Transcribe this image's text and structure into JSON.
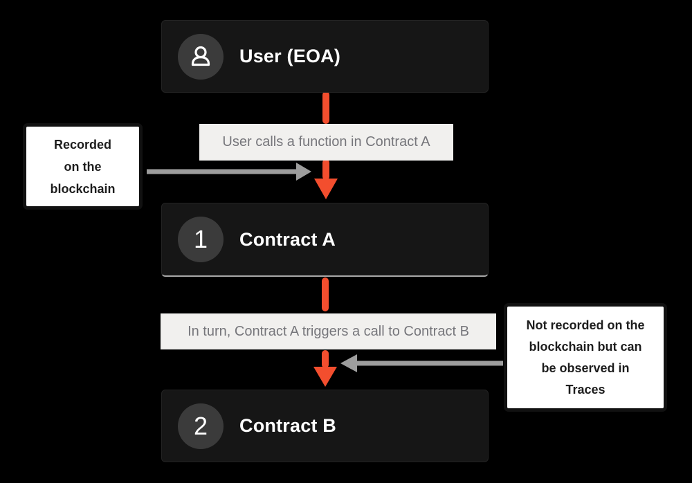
{
  "diagram": {
    "description_colors": {
      "background": "#000000",
      "node_bg": "#161616",
      "node_badge_bg": "#3b3b3b",
      "node_text": "#ffffff",
      "flow_label_bg": "#f1f0ee",
      "flow_label_text": "#76767b",
      "orange_arrow": "#f34e2e",
      "gray_arrow": "#9d9d9d",
      "note_bg": "#ffffff",
      "note_border": "#111111",
      "note_text": "#1d1d1d",
      "contract_a_bottom_edge": "#a9a9a9"
    },
    "nodes": {
      "user": {
        "title": "User (EOA)",
        "badge_icon": "user-icon"
      },
      "contract_a": {
        "title": "Contract A",
        "badge": "1"
      },
      "contract_b": {
        "title": "Contract B",
        "badge": "2"
      }
    },
    "flow_labels": {
      "step1": "User calls a function in Contract A",
      "step2": "In turn, Contract A triggers a call to Contract B"
    },
    "notes": {
      "left": {
        "lines": [
          "Recorded",
          "on the",
          "blockchain"
        ]
      },
      "right": {
        "lines": [
          "Not recorded on the",
          "blockchain but can",
          "be observed in",
          "Traces"
        ]
      }
    }
  }
}
